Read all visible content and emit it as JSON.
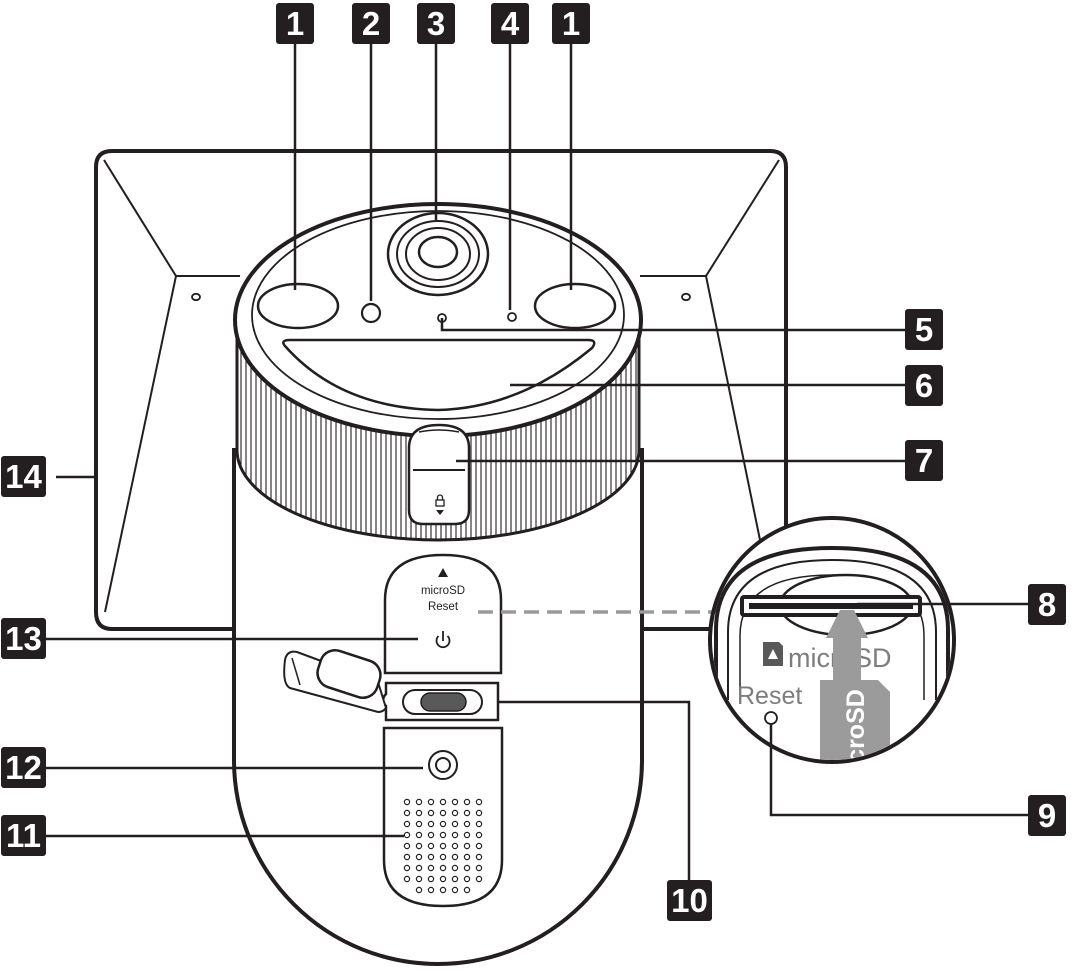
{
  "diagram": {
    "callouts": [
      {
        "id": "c1a",
        "label": "1"
      },
      {
        "id": "c2",
        "label": "2"
      },
      {
        "id": "c3",
        "label": "3"
      },
      {
        "id": "c4",
        "label": "4"
      },
      {
        "id": "c1b",
        "label": "1"
      },
      {
        "id": "c5",
        "label": "5"
      },
      {
        "id": "c6",
        "label": "6"
      },
      {
        "id": "c7",
        "label": "7"
      },
      {
        "id": "c8",
        "label": "8"
      },
      {
        "id": "c9",
        "label": "9"
      },
      {
        "id": "c10",
        "label": "10"
      },
      {
        "id": "c11",
        "label": "11"
      },
      {
        "id": "c12",
        "label": "12"
      },
      {
        "id": "c13",
        "label": "13"
      },
      {
        "id": "c14",
        "label": "14"
      }
    ],
    "door_text": {
      "line1": "microSD",
      "line2": "Reset"
    },
    "inset": {
      "slot_label": "microSD",
      "reset_label": "Reset",
      "card_label": "microSD"
    },
    "icons": [
      "power-icon",
      "lock-icon",
      "arrow-up-icon",
      "sd-card-icon"
    ]
  }
}
